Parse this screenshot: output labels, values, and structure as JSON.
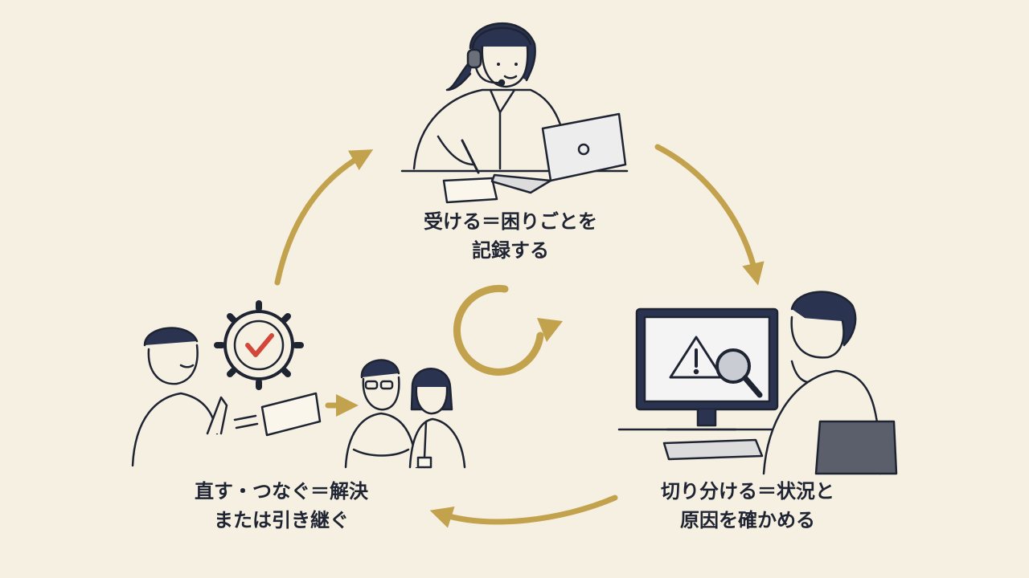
{
  "steps": {
    "receive": {
      "line1": "受ける＝困りごとを",
      "line2": "記録する"
    },
    "isolate": {
      "line1": "切り分ける＝状況と",
      "line2": "原因を確かめる"
    },
    "resolve": {
      "line1": "直す・つなぐ＝解決",
      "line2": "または引き継ぐ"
    }
  },
  "colors": {
    "background": "#f6f0e2",
    "cycle_arrow": "#c2a24c",
    "ink": "#1f2433",
    "check": "#d2473a"
  },
  "icons": [
    "headset-icon",
    "laptop-icon",
    "warning-icon",
    "magnifier-icon",
    "gear-check-icon",
    "ticket-icon",
    "cycle-icon"
  ]
}
